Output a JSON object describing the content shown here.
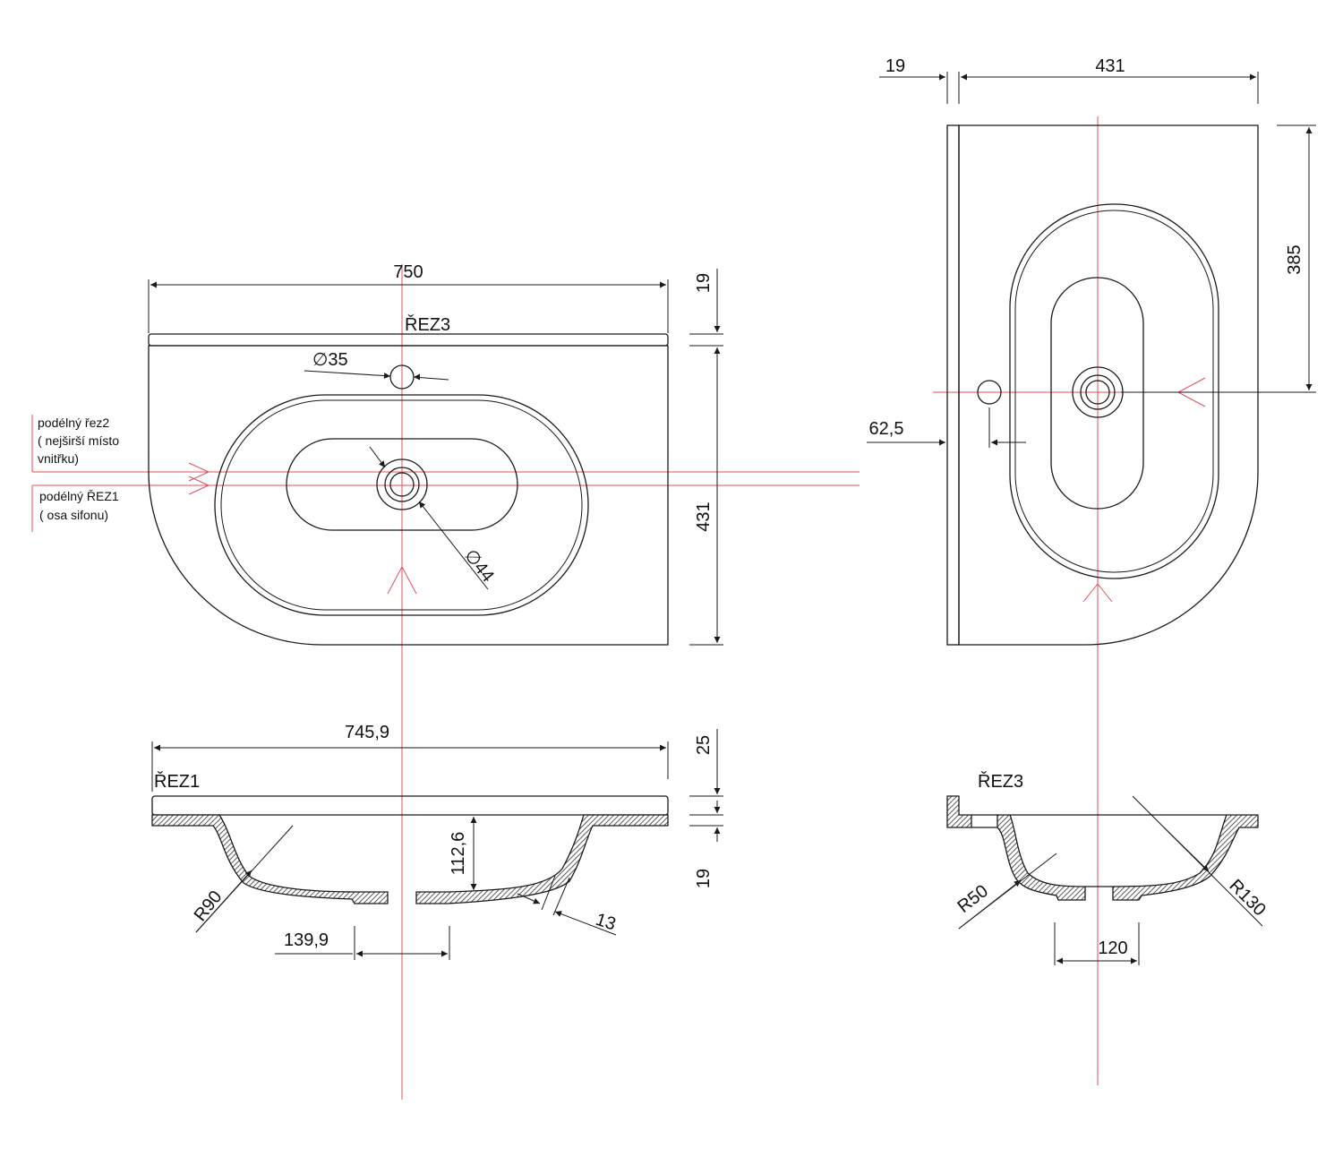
{
  "colors": {
    "line": "#1a1a1a",
    "section_axis": "#e0505a",
    "background": "#ffffff",
    "hatch": "#333333"
  },
  "top_view": {
    "width_label": "750",
    "edge_label": "19",
    "depth_label": "431",
    "section_label": "ŘEZ3",
    "tap_hole_label": "∅35",
    "drain_label": "∅44",
    "section_notes": {
      "rez2_line1": "podélný řez2",
      "rez2_line2": "( nejširší místo",
      "rez2_line3": "vnitřku)",
      "rez1_line1": "podélný ŘEZ1",
      "rez1_line2": "( osa sifonu)"
    }
  },
  "side_view": {
    "edge_label": "19",
    "depth_label": "431",
    "drain_offset_label": "385",
    "tap_offset_label": "62,5"
  },
  "section1": {
    "title": "ŘEZ1",
    "width_label": "745,9",
    "top_label": "25",
    "thickness_label": "19",
    "bowl_depth_label": "112,6",
    "radius_label": "R90",
    "wall_label": "13",
    "drain_width_label": "139,9"
  },
  "section3": {
    "title": "ŘEZ3",
    "radius_small_label": "R50",
    "radius_large_label": "R130",
    "drain_width_label": "120"
  }
}
